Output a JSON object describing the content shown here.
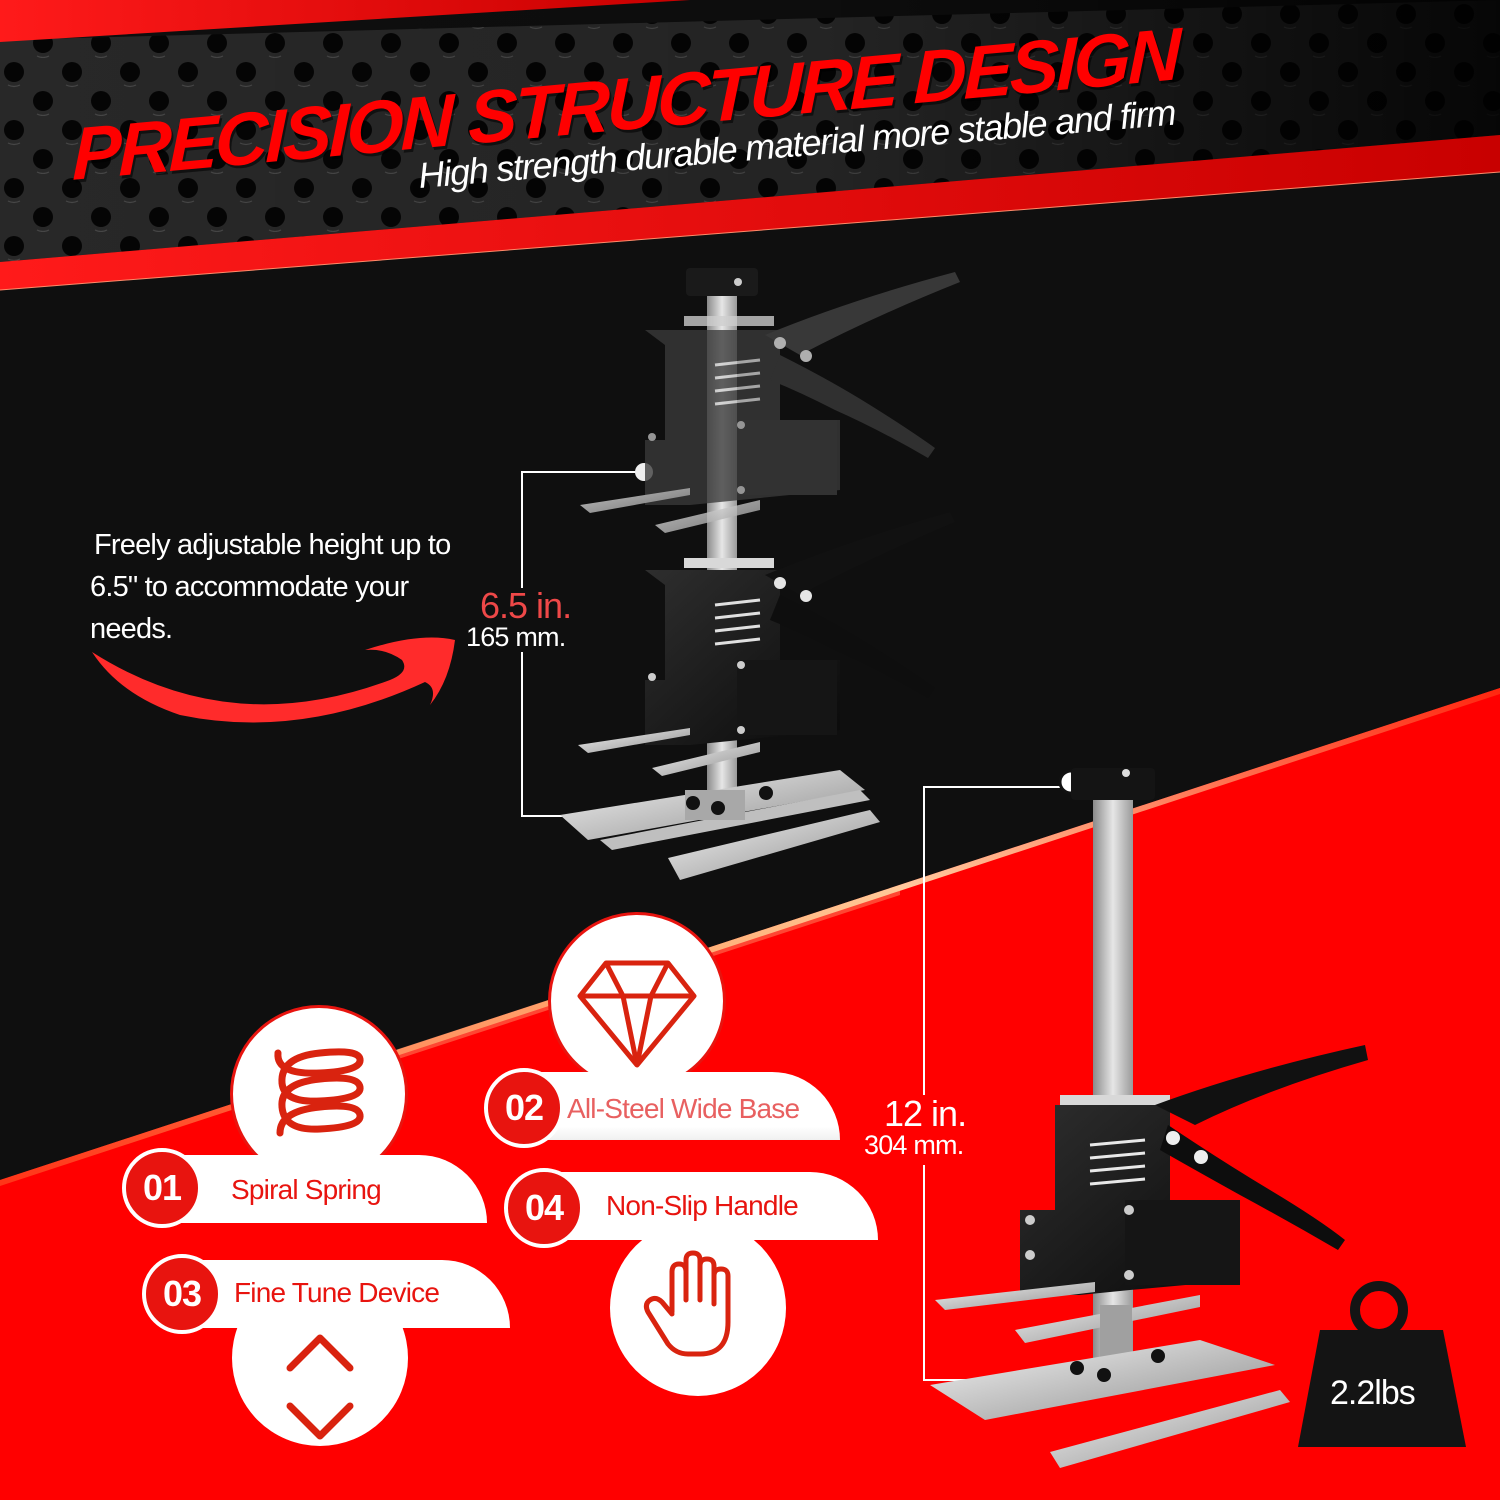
{
  "colors": {
    "brand_red": "#ff0000",
    "accent_red": "#e8140f",
    "background_black": "#0f0f0f",
    "text_white": "#ffffff",
    "dimension_red": "#ee4848"
  },
  "banner": {
    "headline": "PRECISION STRUCTURE DESIGN",
    "subheadline": "High strength durable material more stable and firm"
  },
  "adjustable_note": {
    "line1": "Freely adjustable height up to",
    "line2": "6.5\" to accommodate your",
    "line3": "needs.",
    "arrow_icon": "curved-arrow-right"
  },
  "dimensions": {
    "min_height": {
      "inches": "6.5 in.",
      "millimeters": "165 mm."
    },
    "max_height": {
      "inches": "12 in.",
      "millimeters": "304 mm."
    }
  },
  "features": [
    {
      "number": "01",
      "label": "Spiral Spring",
      "icon": "spring-icon"
    },
    {
      "number": "02",
      "label": "All-Steel Wide Base",
      "icon": "diamond-icon"
    },
    {
      "number": "03",
      "label": "Fine Tune Device",
      "icon": "up-down-chevrons-icon"
    },
    {
      "number": "04",
      "label": "Non-Slip Handle",
      "icon": "hand-icon"
    }
  ],
  "weight": {
    "value": "2.2lbs",
    "icon": "weight-icon"
  },
  "product_images": [
    {
      "name": "lifting-tool-stacked-comparison"
    },
    {
      "name": "lifting-tool-extended"
    }
  ]
}
